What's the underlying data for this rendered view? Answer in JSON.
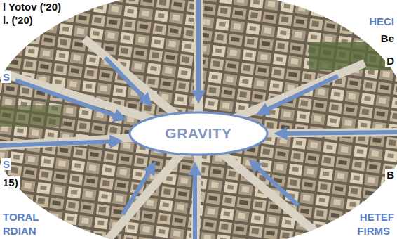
{
  "diagram": {
    "nodes": [
      {
        "text": [
          "GRAVITY"
        ]
      }
    ],
    "labels": [
      "l Yotov ('20)",
      "l. ('20)",
      "HECI",
      "Be",
      "D",
      "S",
      "S",
      "15)",
      "TORAL",
      "RDIAN",
      "HETEF",
      "FIRMS",
      "B"
    ]
  }
}
